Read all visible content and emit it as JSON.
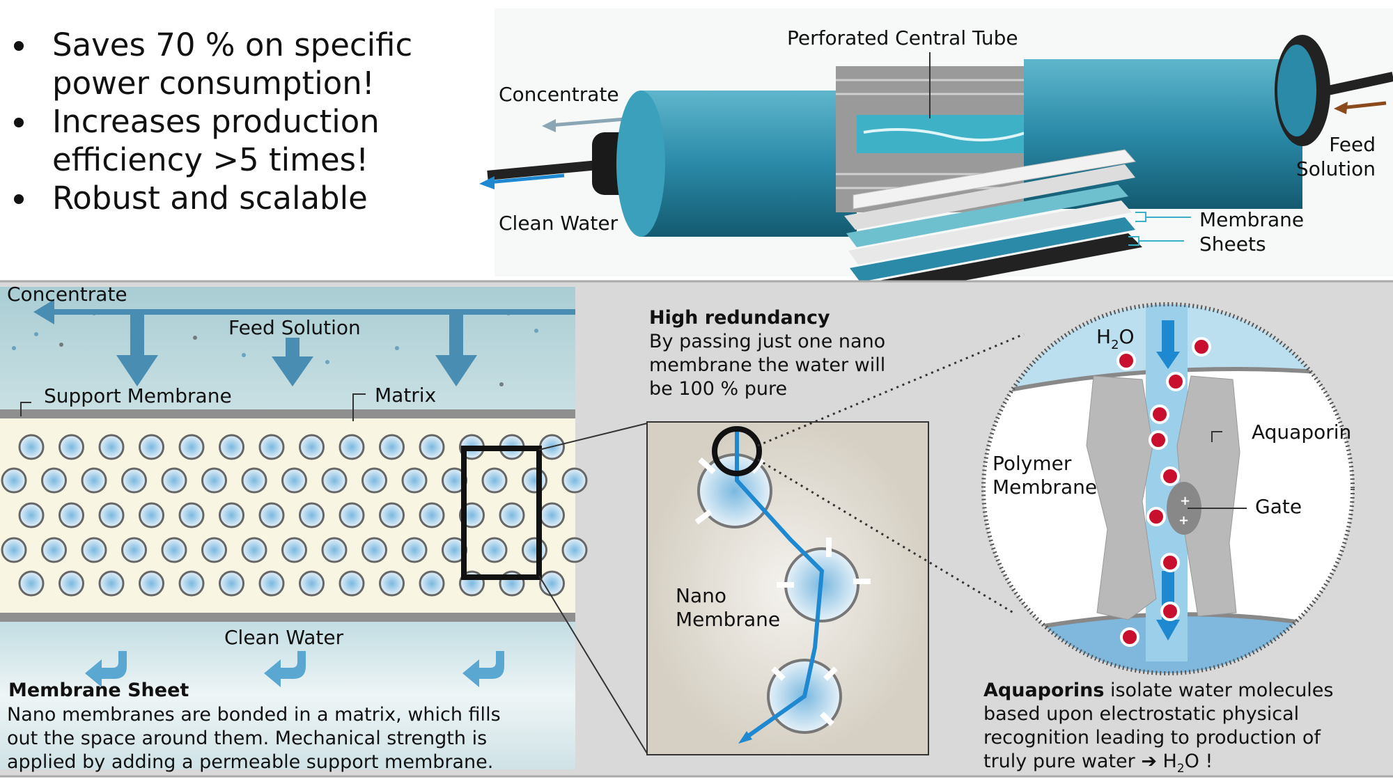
{
  "bullets": [
    {
      "lines": [
        "Saves 70 % on specific",
        "power consumption!"
      ]
    },
    {
      "lines": [
        "Increases production",
        "efficiency >5 times!"
      ]
    },
    {
      "lines": [
        "Robust and scalable"
      ]
    }
  ],
  "module": {
    "perforated_tube": "Perforated Central Tube",
    "concentrate": "Concentrate",
    "clean_water": "Clean Water",
    "feed_solution": [
      "Feed",
      "Solution"
    ],
    "membrane_sheets": [
      "Membrane",
      "Sheets"
    ]
  },
  "sheet": {
    "concentrate": "Concentrate",
    "feed_solution": "Feed Solution",
    "support_membrane": "Support Membrane",
    "matrix": "Matrix",
    "clean_water": "Clean Water",
    "title": "Membrane Sheet",
    "desc": [
      "Nano membranes are bonded in a matrix, which fills",
      "out the space around them. Mechanical strength is",
      "applied by adding a permeable support membrane."
    ]
  },
  "redundancy": {
    "title": "High redundancy",
    "lines": [
      "By passing just one nano",
      "membrane the water will",
      "be 100 % pure"
    ],
    "nano_membrane": [
      "Nano",
      "Membrane"
    ]
  },
  "aquaporin": {
    "h2o": "H",
    "h2o_sub": "2",
    "h2o_tail": "O",
    "aquaporin": "Aquaporin",
    "polymer_membrane": [
      "Polymer",
      "Membrane"
    ],
    "gate": "Gate",
    "title": "Aquaporins",
    "desc_first": " isolate water molecules",
    "desc": [
      "based upon electrostatic physical",
      "recognition leading to production of"
    ],
    "desc_last": "truly pure water ➔ H",
    "desc_last_sub": "2",
    "desc_last_tail": "O !"
  },
  "colors": {
    "water": "#2a8fd6",
    "arrow": "#4a8db3",
    "cylinder": "#2a8aa8",
    "panel_bg": "#d9d9d9"
  }
}
